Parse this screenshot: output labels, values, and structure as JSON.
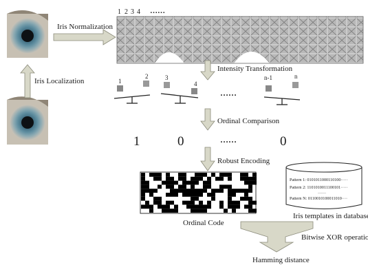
{
  "steps": {
    "iris_normalization": "Iris Normalization",
    "iris_localization": "Iris Localization",
    "intensity_transformation": "Intensity Transformation",
    "ordinal_comparison": "Ordinal Comparison",
    "robust_encoding": "Robust Encoding",
    "bitwise_xor": "Bitwise XOR operation",
    "hamming_distance": "Hamming distance"
  },
  "strip_indices": {
    "labels": [
      "1",
      "2",
      "3",
      "4"
    ],
    "ellipsis": "……"
  },
  "comparators": {
    "labels": [
      "1",
      "2",
      "3",
      "4",
      "n-1",
      "n"
    ],
    "ellipsis": "……"
  },
  "bits": {
    "values": [
      "1",
      "0",
      "0"
    ],
    "ellipsis": "……"
  },
  "code_label": "Ordinal Code",
  "database": {
    "patterns": [
      "Pattern 1: 0101011000110100·····",
      "Pattern 2: 1101010011100101·····",
      "Pattern N: 0110010100011010····"
    ],
    "ellipsis": "……",
    "label": "Iris templates in database"
  },
  "colors": {
    "arrow_fill": "#d8d8c8",
    "arrow_stroke": "#8a8a7a",
    "iris_blue": "#3f6a80"
  }
}
